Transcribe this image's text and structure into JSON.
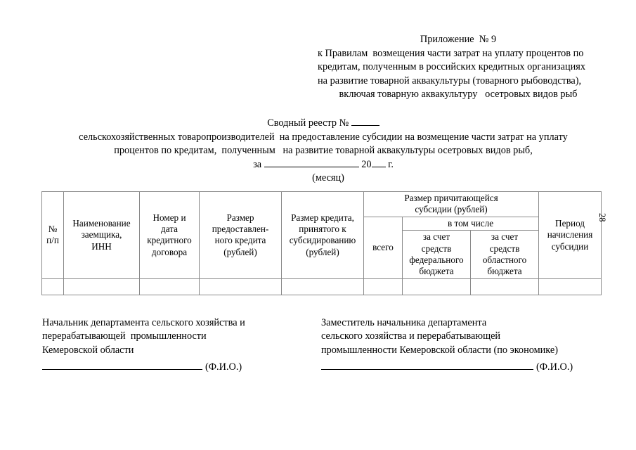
{
  "appendix": {
    "title": "Приложение  № 9",
    "lines": [
      "к Правилам  возмещения части затрат на уплату процентов по",
      "кредитам, полученным в российских кредитных организациях",
      "на развитие товарной аквакультуры (товарного рыбоводства),",
      "включая товарную аквакультуру   осетровых видов рыб"
    ]
  },
  "doc_title": {
    "line1_prefix": "Сводный реестр № ",
    "line2": "сельскохозяйственных товаропроизводителей  на предоставление субсидии на возмещение части затрат на уплату",
    "line3": "процентов по кредитам,  полученным   на развитие товарной аквакультуры осетровых видов рыб,",
    "line4_prefix": "за ",
    "line4_year": " 20",
    "line4_suffix": " г.",
    "month_label": "(месяц)"
  },
  "table": {
    "headers": {
      "num": "№\nп/п",
      "borrower": "Наименование\nзаемщика,\nИНН",
      "contract": "Номер и\nдата\nкредитного\nдоговора",
      "credit_amount": "Размер\nпредоставлен-\nного кредита\n(рублей)",
      "subsidized_amount": "Размер кредита,\nпринятого к\nсубсидированию\n(рублей)",
      "subsidy_group": "Размер причитающейся\nсубсидии (рублей)",
      "total": "всего",
      "including": "в том числе",
      "federal": "за счет\nсредств\nфедерального\nбюджета",
      "regional": "за счет\nсредств\nобластного\nбюджета",
      "period": "Период\nначисления\nсубсидии"
    },
    "rows": [
      {
        "num": "",
        "borrower": "",
        "contract": "",
        "credit_amount": "",
        "subsidized_amount": "",
        "total": "",
        "federal": "",
        "regional": "",
        "period": ""
      }
    ]
  },
  "page_number": "28",
  "signatures": {
    "left": {
      "lines": [
        "Начальник департамента сельского хозяйства и",
        "перерабатывающей  промышленности",
        "Кемеровской области"
      ],
      "fio": "(Ф.И.О.)"
    },
    "right": {
      "lines": [
        "Заместитель начальника департамента",
        "сельского хозяйства и перерабатывающей",
        "промышленности Кемеровской области (по экономике)"
      ],
      "fio": "(Ф.И.О.)"
    }
  }
}
